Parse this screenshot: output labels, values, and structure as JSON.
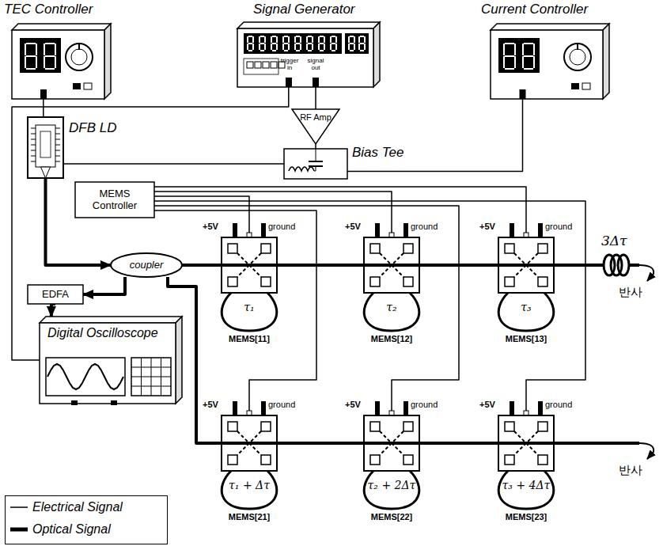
{
  "diagram": {
    "nodes": [
      {
        "text": [
          "TEC Controller"
        ]
      },
      {
        "text": [
          "Signal Generator",
          "trigger in",
          "signal out"
        ]
      },
      {
        "text": [
          "Current Controller"
        ]
      },
      {
        "text": [
          "DFB LD"
        ]
      },
      {
        "text": [
          "RF Amp"
        ]
      },
      {
        "text": [
          "Bias Tee"
        ]
      },
      {
        "text": [
          "MEMS Controller"
        ]
      },
      {
        "text": [
          "coupler"
        ]
      },
      {
        "text": [
          "EDFA"
        ]
      },
      {
        "text": [
          "Digital Oscilloscope"
        ]
      },
      {
        "text": [
          "+5V",
          "ground",
          "τ₁",
          "MEMS[11]"
        ]
      },
      {
        "text": [
          "+5V",
          "ground",
          "τ₂",
          "MEMS[12]"
        ]
      },
      {
        "text": [
          "+5V",
          "ground",
          "τ₃",
          "MEMS[13]"
        ]
      },
      {
        "text": [
          "+5V",
          "ground",
          "τ₁ + Δτ",
          "MEMS[21]"
        ]
      },
      {
        "text": [
          "+5V",
          "ground",
          "τ₂ + 2Δτ",
          "MEMS[22]"
        ]
      },
      {
        "text": [
          "+5V",
          "ground",
          "τ₃ + 4Δτ",
          "MEMS[23]"
        ]
      }
    ],
    "edges": [
      {
        "from": 0,
        "to": 3,
        "arrow": "none"
      },
      {
        "from": 1,
        "to": 4,
        "arrow": "none"
      },
      {
        "from": 4,
        "to": 5,
        "arrow": "none"
      },
      {
        "from": 2,
        "to": 5,
        "arrow": "none"
      },
      {
        "from": 5,
        "to": 3,
        "arrow": "none"
      },
      {
        "from": 1,
        "to": 9,
        "arrow": "none"
      },
      {
        "from": 6,
        "to": 10,
        "arrow": "none"
      },
      {
        "from": 6,
        "to": 11,
        "arrow": "none"
      },
      {
        "from": 6,
        "to": 12,
        "arrow": "none"
      },
      {
        "from": 6,
        "to": 13,
        "arrow": "none"
      },
      {
        "from": 6,
        "to": 14,
        "arrow": "none"
      },
      {
        "from": 6,
        "to": 15,
        "arrow": "none"
      },
      {
        "from": 3,
        "to": 7,
        "arrow": "to"
      },
      {
        "from": 7,
        "to": 10,
        "arrow": "none"
      },
      {
        "from": 10,
        "to": 11,
        "arrow": "none"
      },
      {
        "from": 11,
        "to": 12,
        "arrow": "none"
      },
      {
        "from": 7,
        "to": 8,
        "arrow": "to"
      },
      {
        "from": 8,
        "to": 9,
        "arrow": "to"
      },
      {
        "from": 7,
        "to": 13,
        "arrow": "none"
      },
      {
        "from": 13,
        "to": 14,
        "arrow": "none"
      },
      {
        "from": 14,
        "to": 15,
        "arrow": "none"
      }
    ],
    "labels": [
      "3Δτ",
      "반사",
      "반사"
    ],
    "legend": [
      {
        "text": "Electrical Signal"
      },
      {
        "text": "Optical Signal"
      }
    ]
  }
}
